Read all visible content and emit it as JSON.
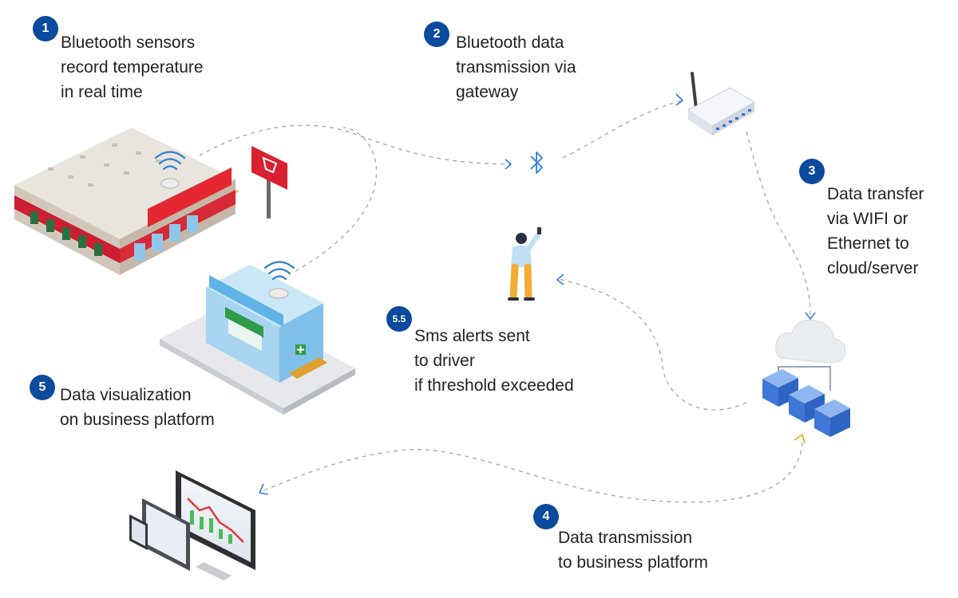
{
  "steps": [
    {
      "id": "1",
      "lines": [
        "Bluetooth sensors",
        "record temperature",
        "in real time"
      ]
    },
    {
      "id": "2",
      "lines": [
        "Bluetooth data",
        "transmission via",
        "gateway"
      ]
    },
    {
      "id": "3",
      "lines": [
        "Data transfer",
        "via WIFI or",
        "Ethernet to",
        "cloud/server"
      ]
    },
    {
      "id": "4",
      "lines": [
        "Data transmission",
        "to business platform"
      ]
    },
    {
      "id": "5",
      "lines": [
        "Data visualization",
        "on business platform"
      ]
    },
    {
      "id": "5.5",
      "lines": [
        "Sms alerts sent",
        "to driver",
        "if threshold exceeded"
      ]
    }
  ],
  "icons": {
    "bluetooth": "bluetooth-icon",
    "gateway": "router-icon",
    "cloud": "cloud-server-icon",
    "driver": "driver-person-icon",
    "supermarket": "supermarket-building-icon",
    "pharmacy": "pharmacy-building-icon",
    "devices": "monitor-tablet-phone-icon"
  },
  "colors": {
    "badge": "#0b4a9c",
    "flow_line": "#9aa0a6",
    "accent_blue": "#2f7fd6",
    "accent_orange": "#f0a020"
  }
}
